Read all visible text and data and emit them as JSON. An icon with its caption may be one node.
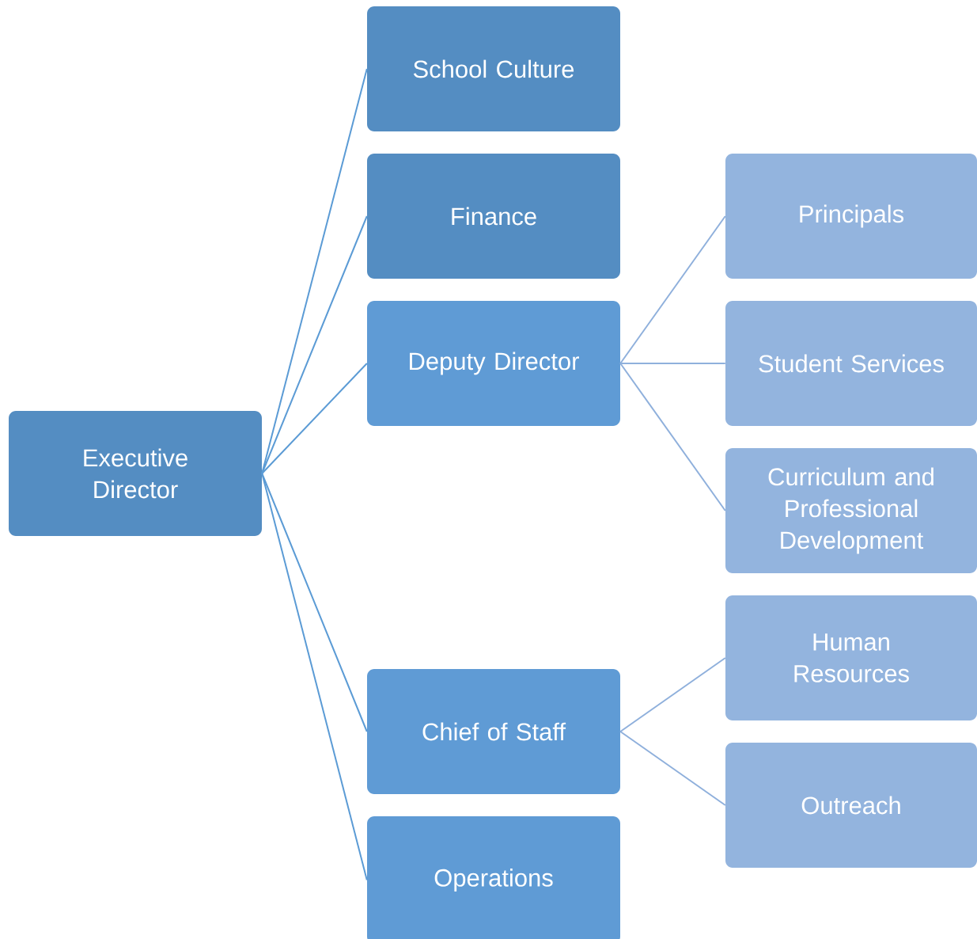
{
  "diagram": {
    "nodes": [
      {
        "text": [
          "Executive Director"
        ]
      },
      {
        "text": [
          "School Culture"
        ]
      },
      {
        "text": [
          "Finance"
        ]
      },
      {
        "text": [
          "Deputy Director"
        ]
      },
      {
        "text": [
          "Principals"
        ]
      },
      {
        "text": [
          "Student Services"
        ]
      },
      {
        "text": [
          "Curriculum and Professional Development"
        ]
      },
      {
        "text": [
          "Chief of Staff"
        ]
      },
      {
        "text": [
          "Human Resources"
        ]
      },
      {
        "text": [
          "Outreach"
        ]
      },
      {
        "text": [
          "Operations"
        ]
      }
    ],
    "edges": [
      {
        "from": 0,
        "to": 1,
        "arrow": "none"
      },
      {
        "from": 0,
        "to": 2,
        "arrow": "none"
      },
      {
        "from": 0,
        "to": 3,
        "arrow": "none"
      },
      {
        "from": 3,
        "to": 4,
        "arrow": "none",
        "color": "#8fb0dc"
      },
      {
        "from": 3,
        "to": 5,
        "arrow": "none",
        "color": "#8fb0dc"
      },
      {
        "from": 3,
        "to": 6,
        "arrow": "none",
        "color": "#8fb0dc"
      },
      {
        "from": 0,
        "to": 7,
        "arrow": "none"
      },
      {
        "from": 7,
        "to": 8,
        "arrow": "none",
        "color": "#8fb0dc"
      },
      {
        "from": 7,
        "to": 9,
        "arrow": "none",
        "color": "#8fb0dc"
      },
      {
        "from": 0,
        "to": 10,
        "arrow": "none"
      }
    ]
  }
}
